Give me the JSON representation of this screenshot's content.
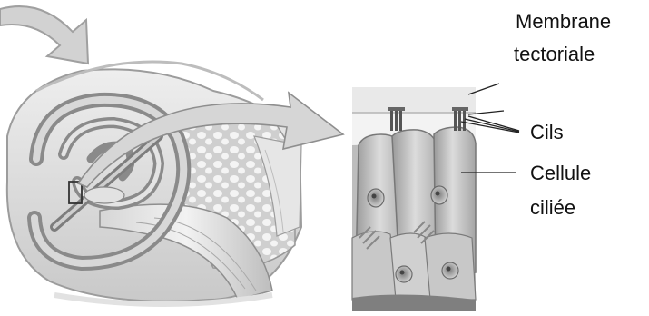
{
  "labels": {
    "membrane_line1": "Membrane",
    "membrane_line2": "tectoriale",
    "cils": "Cils",
    "cellule_line1": "Cellule",
    "cellule_line2": "ciliée"
  },
  "colors": {
    "bone_light": "#e9e9e9",
    "bone_mid": "#cfcfcf",
    "tissue_dark": "#8f8f8f",
    "outline": "#6e6e6e",
    "arrow_fill": "#d4d4d4",
    "arrow_stroke": "#9a9a9a"
  }
}
